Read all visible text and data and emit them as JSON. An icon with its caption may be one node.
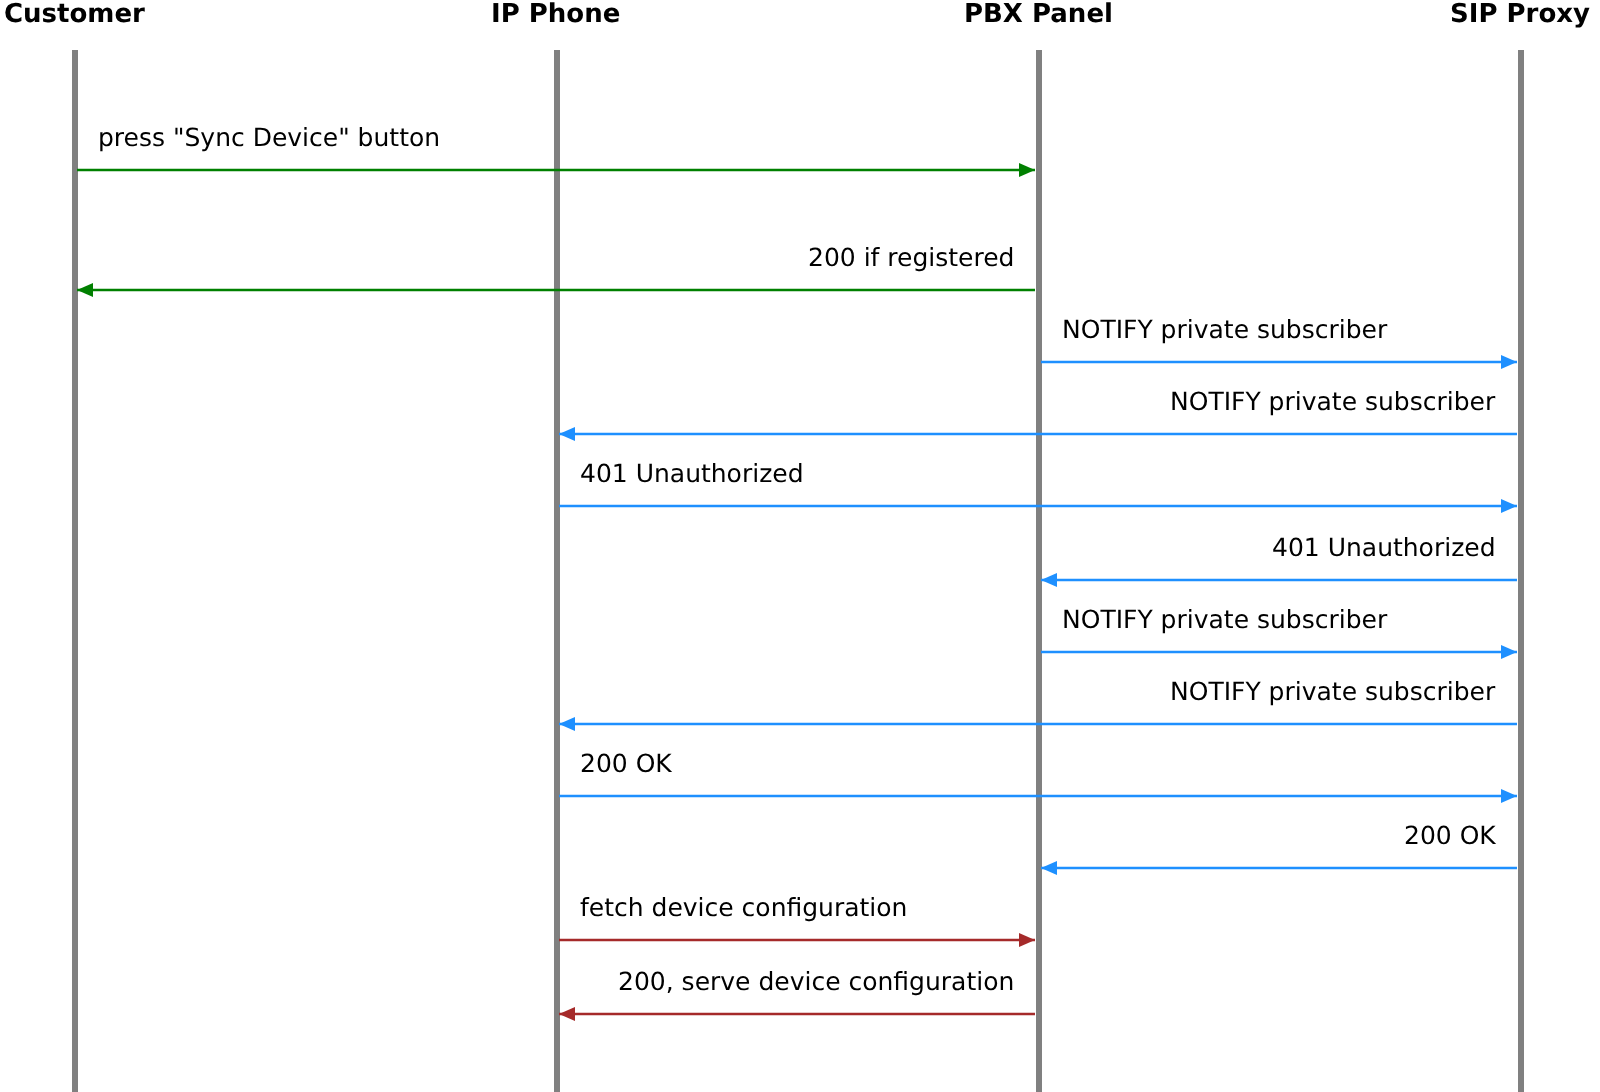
{
  "diagram": {
    "nodes": [
      {
        "text": [
          "Customer"
        ]
      },
      {
        "text": [
          "IP Phone"
        ]
      },
      {
        "text": [
          "PBX Panel"
        ]
      },
      {
        "text": [
          "SIP Proxy"
        ]
      }
    ],
    "edges": [
      {
        "from": 0,
        "to": 2,
        "arrow": "to",
        "label": "press \"Sync Device\" button",
        "color": "#008000"
      },
      {
        "from": 2,
        "to": 0,
        "arrow": "to",
        "label": "200 if registered",
        "color": "#008000"
      },
      {
        "from": 2,
        "to": 3,
        "arrow": "to",
        "label": "NOTIFY private subscriber"
      },
      {
        "from": 3,
        "to": 1,
        "arrow": "to",
        "label": "NOTIFY private subscriber"
      },
      {
        "from": 1,
        "to": 3,
        "arrow": "to",
        "label": "401 Unauthorized"
      },
      {
        "from": 3,
        "to": 2,
        "arrow": "to",
        "label": "401 Unauthorized"
      },
      {
        "from": 2,
        "to": 3,
        "arrow": "to",
        "label": "NOTIFY private subscriber"
      },
      {
        "from": 3,
        "to": 1,
        "arrow": "to",
        "label": "NOTIFY private subscriber"
      },
      {
        "from": 1,
        "to": 3,
        "arrow": "to",
        "label": "200 OK"
      },
      {
        "from": 3,
        "to": 2,
        "arrow": "to",
        "label": "200 OK"
      },
      {
        "from": 1,
        "to": 2,
        "arrow": "to",
        "label": "fetch device configuration",
        "color": "#a52a2a"
      },
      {
        "from": 2,
        "to": 1,
        "arrow": "to",
        "label": "200, serve device configuration",
        "color": "#a52a2a"
      }
    ]
  }
}
